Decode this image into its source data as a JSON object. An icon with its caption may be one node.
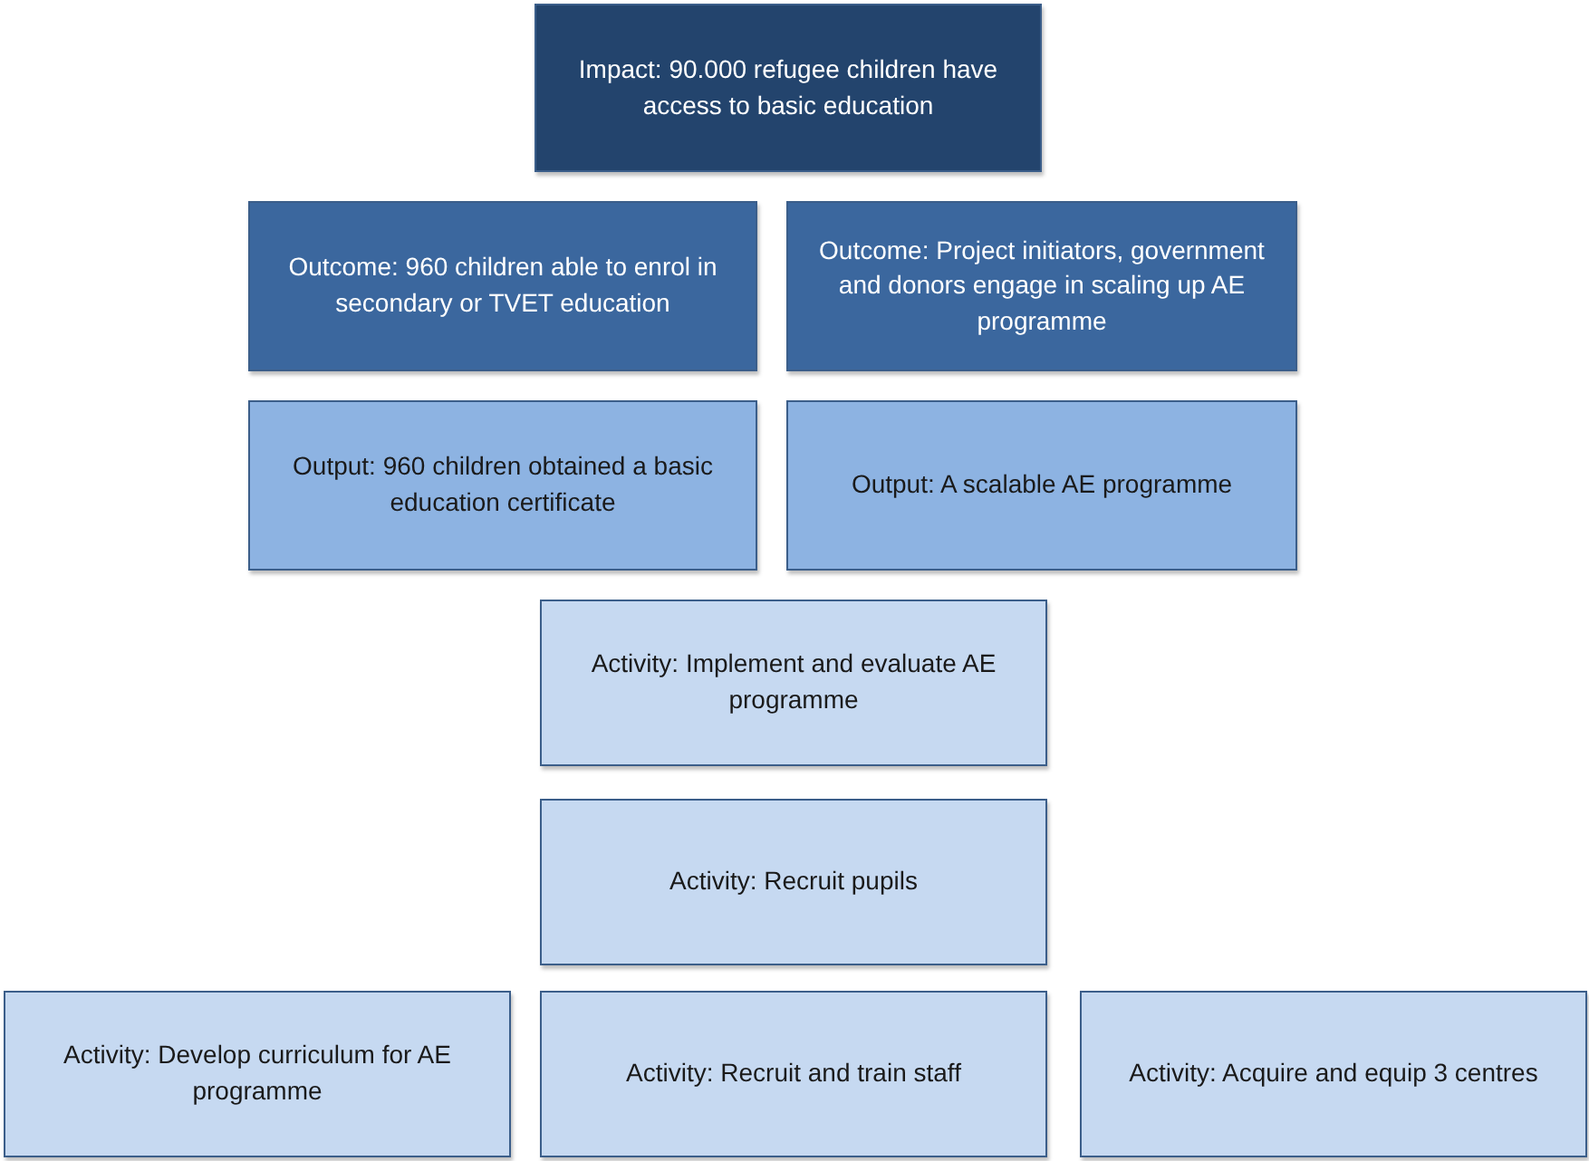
{
  "diagram": {
    "nodes": [
      {
        "text": [
          "Impact: 90.000 refugee children have access to basic education"
        ]
      },
      {
        "text": [
          "Outcome: 960 children able to enrol in secondary or TVET education"
        ]
      },
      {
        "text": [
          "Outcome: Project initiators, government and donors engage in scaling up AE programme"
        ]
      },
      {
        "text": [
          "Output: 960  children obtained a basic education certificate"
        ]
      },
      {
        "text": [
          "Output: A scalable AE programme"
        ]
      },
      {
        "text": [
          "Activity: Implement and evaluate  AE programme"
        ]
      },
      {
        "text": [
          "Activity: Recruit pupils"
        ]
      },
      {
        "text": [
          "Activity: Develop curriculum for AE programme"
        ]
      },
      {
        "text": [
          "Activity: Recruit and train staff"
        ]
      },
      {
        "text": [
          "Activity: Acquire and equip 3 centres"
        ]
      }
    ]
  }
}
